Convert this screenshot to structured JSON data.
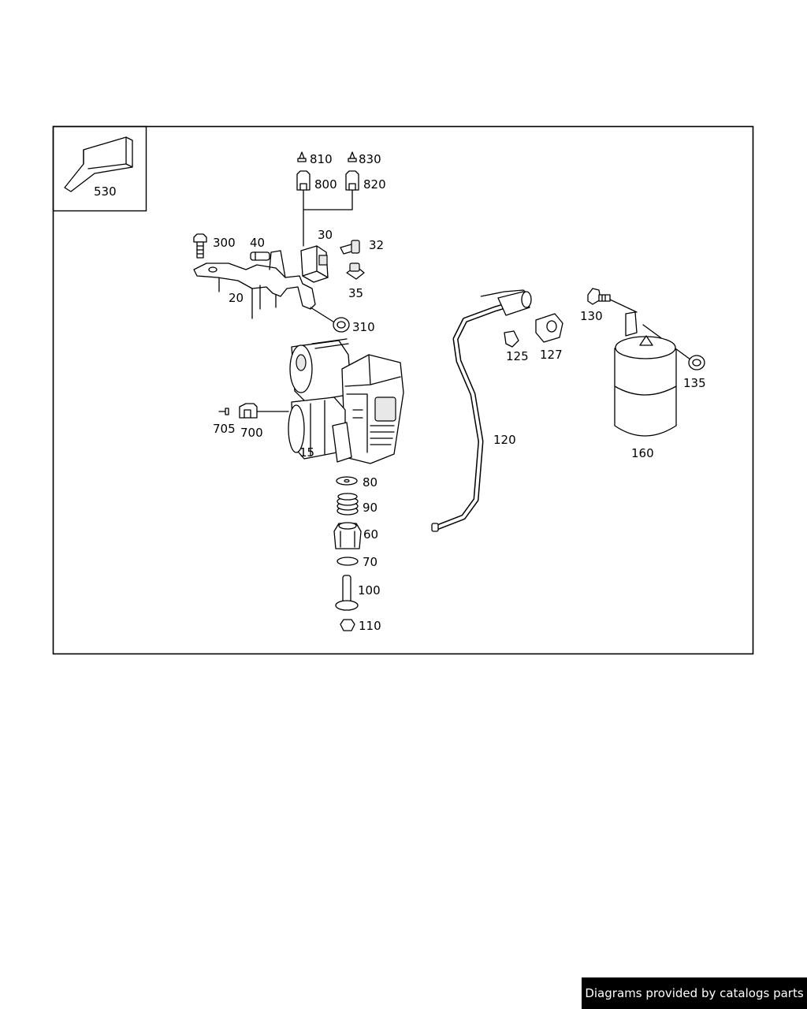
{
  "callouts": {
    "c530": "530",
    "c810": "810",
    "c830": "830",
    "c800": "800",
    "c820": "820",
    "c300": "300",
    "c40": "40",
    "c30": "30",
    "c32": "32",
    "c35": "35",
    "c20": "20",
    "c310": "310",
    "c705": "705",
    "c700": "700",
    "c15": "15",
    "c80": "80",
    "c90": "90",
    "c60": "60",
    "c70": "70",
    "c100": "100",
    "c110": "110",
    "c120": "120",
    "c125": "125",
    "c127": "127",
    "c130": "130",
    "c135": "135",
    "c160": "160"
  },
  "footer": {
    "text": "Diagrams provided by catalogs parts"
  }
}
